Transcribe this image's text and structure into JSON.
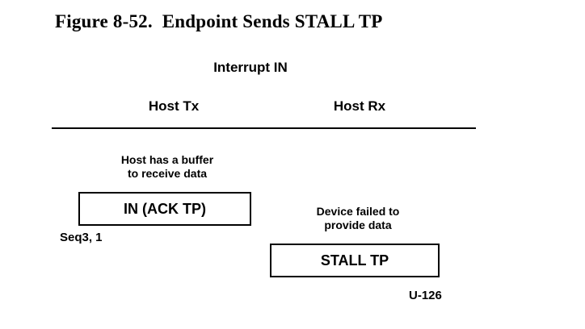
{
  "figure": {
    "title": "Figure 8-52.  Endpoint Sends STALL TP",
    "subtitle": "Interrupt IN",
    "columns": [
      {
        "label": "Host Tx"
      },
      {
        "label": "Host Rx"
      }
    ],
    "notes": [
      {
        "text": "Host has a buffer\nto receive data"
      },
      {
        "text": "Device failed to\nprovide data"
      }
    ],
    "packets": [
      {
        "label": "IN (ACK TP)"
      },
      {
        "label": "STALL TP"
      }
    ],
    "sequence_label": "Seq3, 1",
    "page_reference": "U-126"
  }
}
